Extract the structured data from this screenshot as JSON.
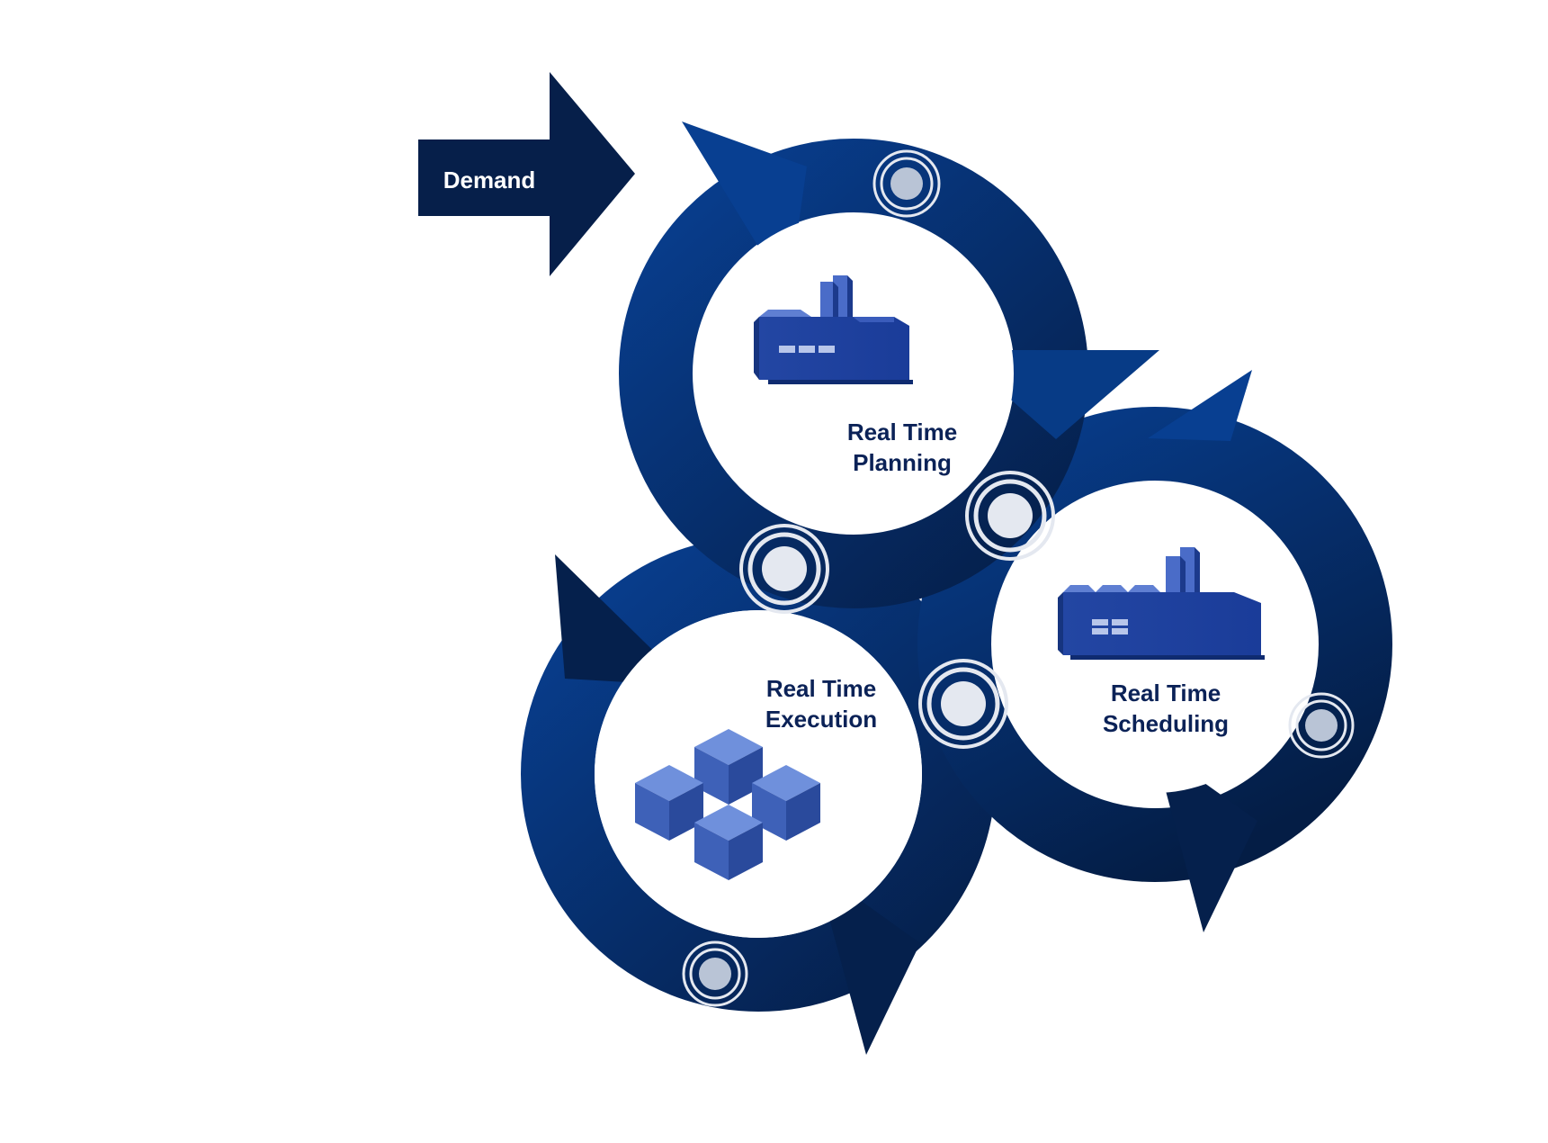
{
  "demand": {
    "label": "Demand"
  },
  "cycles": [
    {
      "id": "planning",
      "line1": "Real Time",
      "line2": "Planning",
      "icon": "factory-icon"
    },
    {
      "id": "scheduling",
      "line1": "Real Time",
      "line2": "Scheduling",
      "icon": "factory-icon"
    },
    {
      "id": "execution",
      "line1": "Real Time",
      "line2": "Execution",
      "icon": "cubes-icon"
    }
  ],
  "colors": {
    "ring_light": "#073b8a",
    "ring_dark": "#06214d",
    "demand_arrow": "#061f4a",
    "label_text": "#0b2257",
    "icon_blue": "#2e54b8",
    "node_fill": "#e4e8f0",
    "node_fill_dim": "#b9c4d6"
  }
}
